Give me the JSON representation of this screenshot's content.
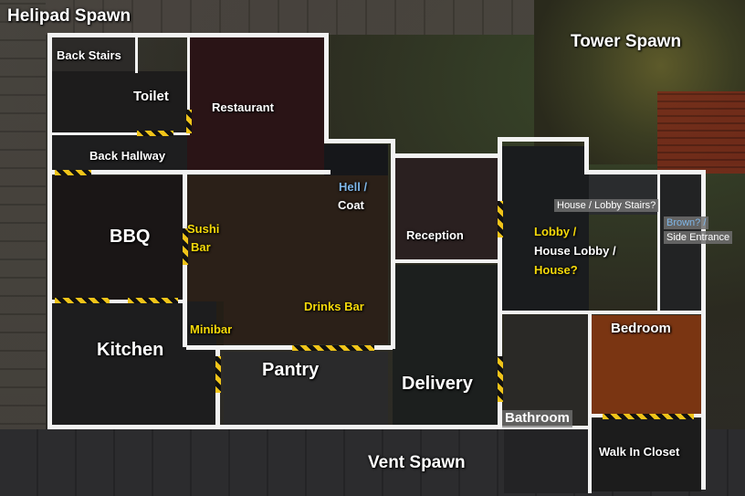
{
  "labels": {
    "helipad_spawn": "Helipad Spawn",
    "tower_spawn": "Tower Spawn",
    "vent_spawn": "Vent Spawn",
    "back_stairs": "Back Stairs",
    "toilet": "Toilet",
    "restaurant": "Restaurant",
    "back_hallway": "Back Hallway",
    "hell_coat_1": "Hell /",
    "hell_coat_2": "Coat",
    "reception": "Reception",
    "house_lobby_stairs": "House / Lobby Stairs?",
    "brown_1": "Brown? /",
    "brown_2": "Side Entrance",
    "bbq": "BBQ",
    "sushi_1": "Sushi",
    "sushi_2": "Bar",
    "lobby_1": "Lobby /",
    "lobby_2": "House Lobby /",
    "lobby_3": "House?",
    "drinks_bar": "Drinks Bar",
    "minibar": "Minibar",
    "bedroom": "Bedroom",
    "kitchen": "Kitchen",
    "pantry": "Pantry",
    "delivery": "Delivery",
    "bathroom": "Bathroom",
    "walk_in_closet": "Walk In Closet"
  },
  "colors": {
    "wall": "#f2f2f2",
    "hazard_yellow": "#f0c419",
    "label_white": "#ffffff",
    "label_yellow": "#f5d90a",
    "label_blue": "#7fb6e8"
  }
}
